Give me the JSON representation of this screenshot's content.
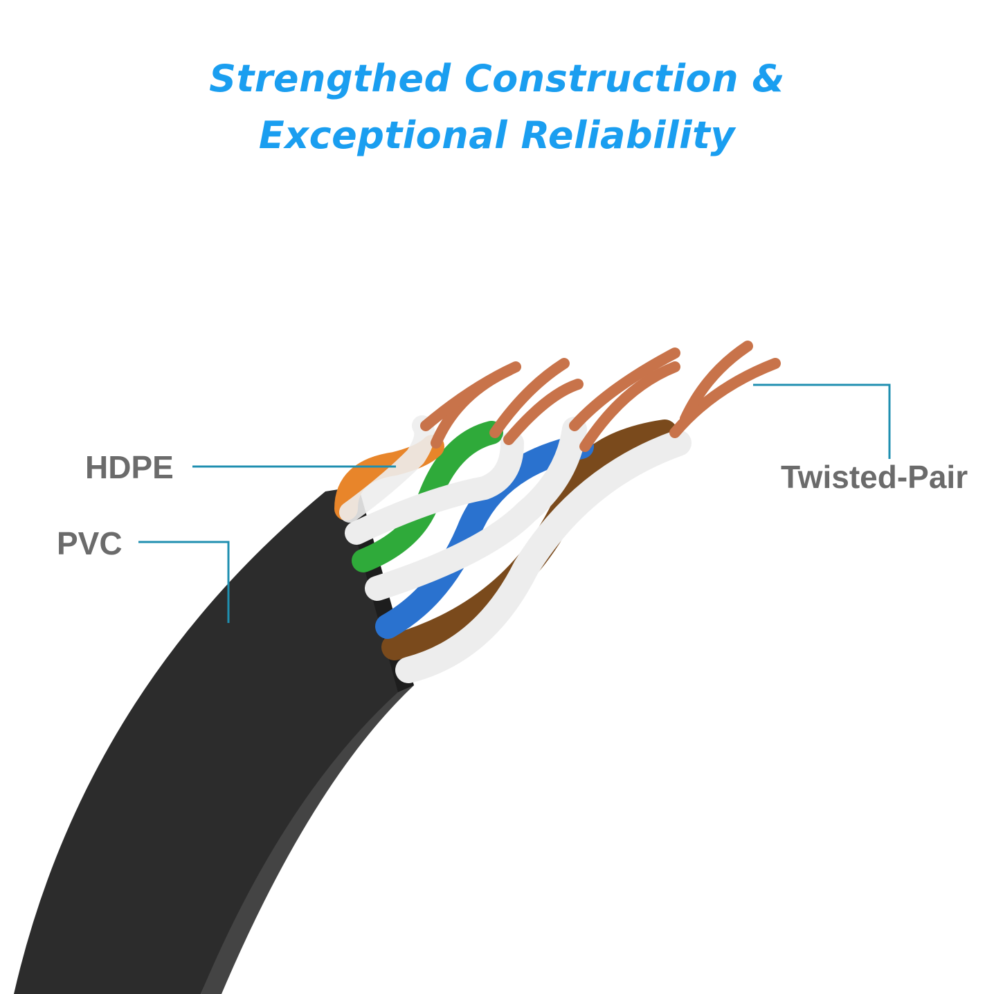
{
  "heading": {
    "line1": "Strengthed Construction &",
    "line2": "Exceptional Reliability",
    "color": "#1a9ef0"
  },
  "callouts": {
    "hdpe": "HDPE",
    "pvc": "PVC",
    "twisted_pair": "Twisted-Pair",
    "label_color": "#6b6b6b",
    "line_color": "#1f8fb0"
  },
  "cable": {
    "jacket_color": "#2c2c2c",
    "wire_colors": {
      "orange": "#e8852a",
      "green": "#2faa3a",
      "blue": "#2a72cf",
      "brown": "#7a4a1c",
      "white": "#ededed",
      "copper": "#c8734a"
    }
  }
}
